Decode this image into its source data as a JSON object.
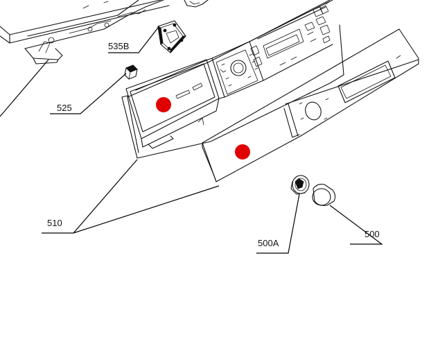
{
  "labels": {
    "p535b": "535B",
    "p525": "525",
    "p510": "510",
    "p500a": "500A",
    "p500": "500"
  },
  "colors": {
    "line": "#111111",
    "marker": "#e00000",
    "background": "#ffffff"
  }
}
